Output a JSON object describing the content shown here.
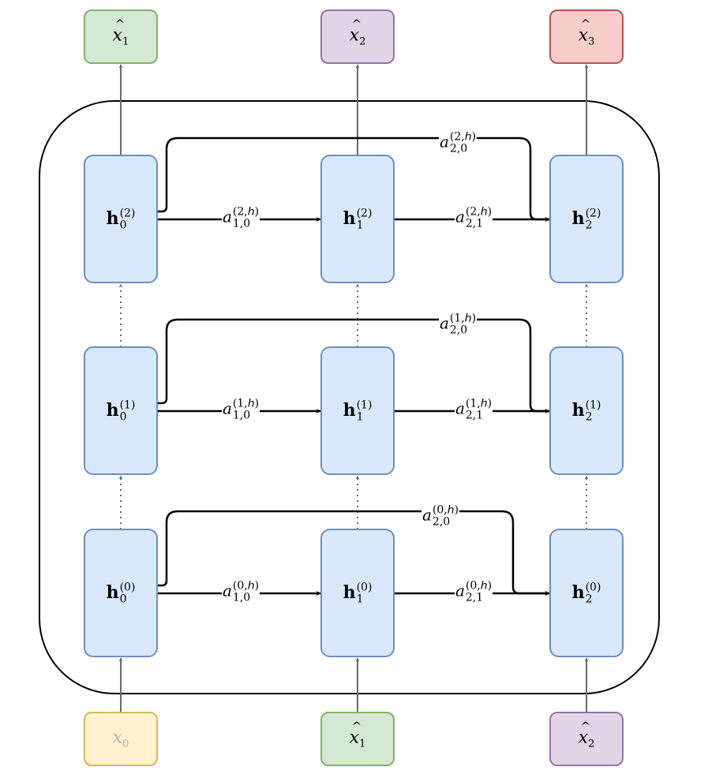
{
  "diagram": {
    "title": "",
    "colors": {
      "hidden_fill": "#dae8fc",
      "hidden_stroke": "#6c8ebf",
      "green_fill": "#d5e8d4",
      "green_stroke": "#82b366",
      "purple_fill": "#e1d5e7",
      "purple_stroke": "#9673a6",
      "red_fill": "#f8cecc",
      "red_stroke": "#b85450",
      "yellow_fill": "#fff2cc",
      "yellow_stroke": "#d6b656",
      "edge_black": "#000000",
      "edge_gray": "#6b6b6b",
      "muted_text": "#b3b3b3"
    },
    "outputs": [
      {
        "base": "x",
        "hat": true,
        "sub": "1",
        "color": "green"
      },
      {
        "base": "x",
        "hat": true,
        "sub": "2",
        "color": "purple"
      },
      {
        "base": "x",
        "hat": true,
        "sub": "3",
        "color": "red"
      }
    ],
    "inputs": [
      {
        "base": "x",
        "hat": false,
        "sub": "0",
        "color": "yellow",
        "muted": true
      },
      {
        "base": "x",
        "hat": true,
        "sub": "1",
        "color": "green"
      },
      {
        "base": "x",
        "hat": true,
        "sub": "2",
        "color": "purple"
      }
    ],
    "layers": [
      {
        "layer": "2",
        "nodes": [
          {
            "base": "h",
            "sub": "0",
            "sup": "(2)"
          },
          {
            "base": "h",
            "sub": "1",
            "sup": "(2)"
          },
          {
            "base": "h",
            "sub": "2",
            "sup": "(2)"
          }
        ],
        "edges": [
          {
            "from": 0,
            "to": 1,
            "base": "a",
            "sub": "1,0",
            "sup": "(2,h)"
          },
          {
            "from": 1,
            "to": 2,
            "base": "a",
            "sub": "2,1",
            "sup": "(2,h)"
          },
          {
            "from": 0,
            "to": 2,
            "base": "a",
            "sub": "2,0",
            "sup": "(2,h)",
            "skip": true
          }
        ]
      },
      {
        "layer": "1",
        "nodes": [
          {
            "base": "h",
            "sub": "0",
            "sup": "(1)"
          },
          {
            "base": "h",
            "sub": "1",
            "sup": "(1)"
          },
          {
            "base": "h",
            "sub": "2",
            "sup": "(1)"
          }
        ],
        "edges": [
          {
            "from": 0,
            "to": 1,
            "base": "a",
            "sub": "1,0",
            "sup": "(1,h)"
          },
          {
            "from": 1,
            "to": 2,
            "base": "a",
            "sub": "2,1",
            "sup": "(1,h)"
          },
          {
            "from": 0,
            "to": 2,
            "base": "a",
            "sub": "2,0",
            "sup": "(1,h)",
            "skip": true
          }
        ]
      },
      {
        "layer": "0",
        "nodes": [
          {
            "base": "h",
            "sub": "0",
            "sup": "(0)"
          },
          {
            "base": "h",
            "sub": "1",
            "sup": "(0)"
          },
          {
            "base": "h",
            "sub": "2",
            "sup": "(0)"
          }
        ],
        "edges": [
          {
            "from": 0,
            "to": 1,
            "base": "a",
            "sub": "1,0",
            "sup": "(0,h)"
          },
          {
            "from": 1,
            "to": 2,
            "base": "a",
            "sub": "2,1",
            "sup": "(0,h)"
          },
          {
            "from": 0,
            "to": 2,
            "base": "a",
            "sub": "2,0",
            "sup": "(0,h)",
            "skip": true
          }
        ]
      }
    ]
  }
}
